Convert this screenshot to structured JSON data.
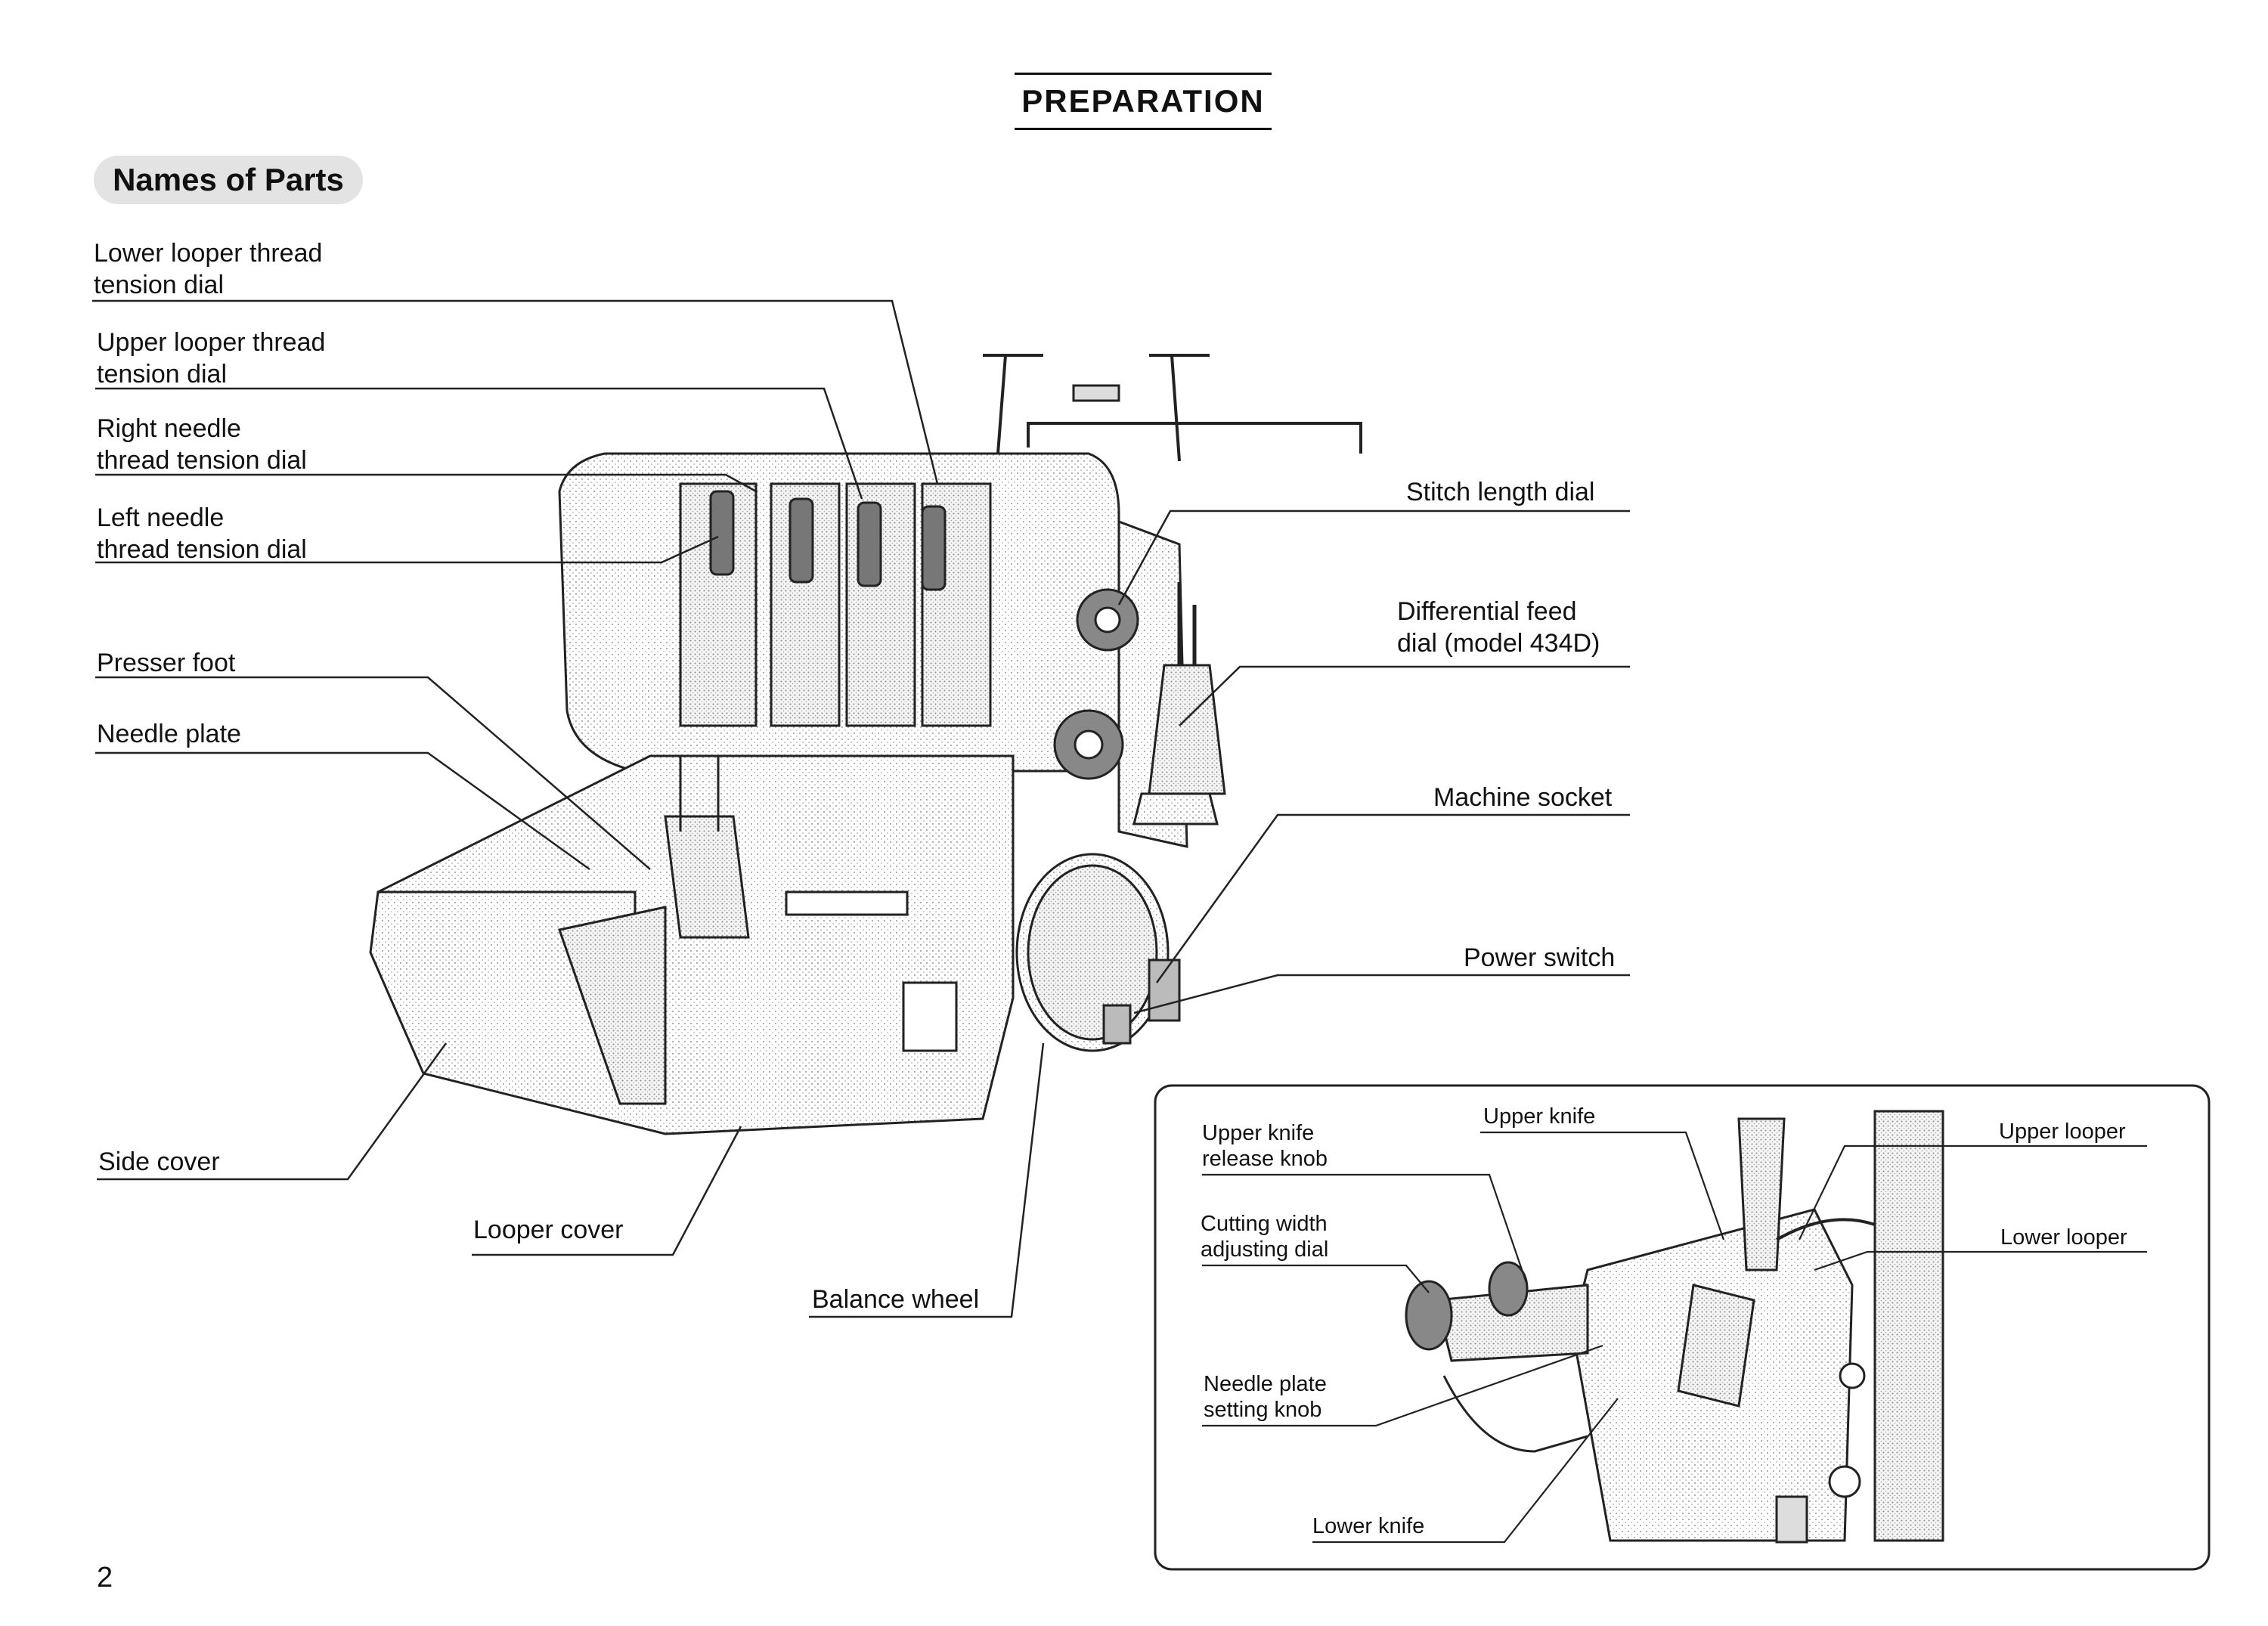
{
  "page": {
    "heading": "PREPARATION",
    "section_title": "Names of Parts",
    "page_number": "2"
  },
  "main_labels": {
    "lower_looper_tension": [
      "Lower looper thread",
      "tension dial"
    ],
    "upper_looper_tension": [
      "Upper looper thread",
      "tension dial"
    ],
    "right_needle_tension": [
      "Right needle",
      "thread tension dial"
    ],
    "left_needle_tension": [
      "Left needle",
      "thread tension dial"
    ],
    "presser_foot": "Presser foot",
    "needle_plate": "Needle plate",
    "side_cover": "Side cover",
    "looper_cover": "Looper cover",
    "balance_wheel": "Balance wheel",
    "stitch_length_dial": "Stitch length dial",
    "differential_feed_dial": [
      "Differential feed",
      "dial (model 434D)"
    ],
    "machine_socket": "Machine socket",
    "power_switch": "Power switch"
  },
  "inset_labels": {
    "upper_knife_release_knob": [
      "Upper knife",
      "release knob"
    ],
    "upper_knife": "Upper knife",
    "upper_looper": "Upper looper",
    "cutting_width_dial": [
      "Cutting width",
      "adjusting dial"
    ],
    "lower_looper": "Lower looper",
    "needle_plate_setting_knob": [
      "Needle plate",
      "setting knob"
    ],
    "lower_knife": "Lower knife"
  }
}
